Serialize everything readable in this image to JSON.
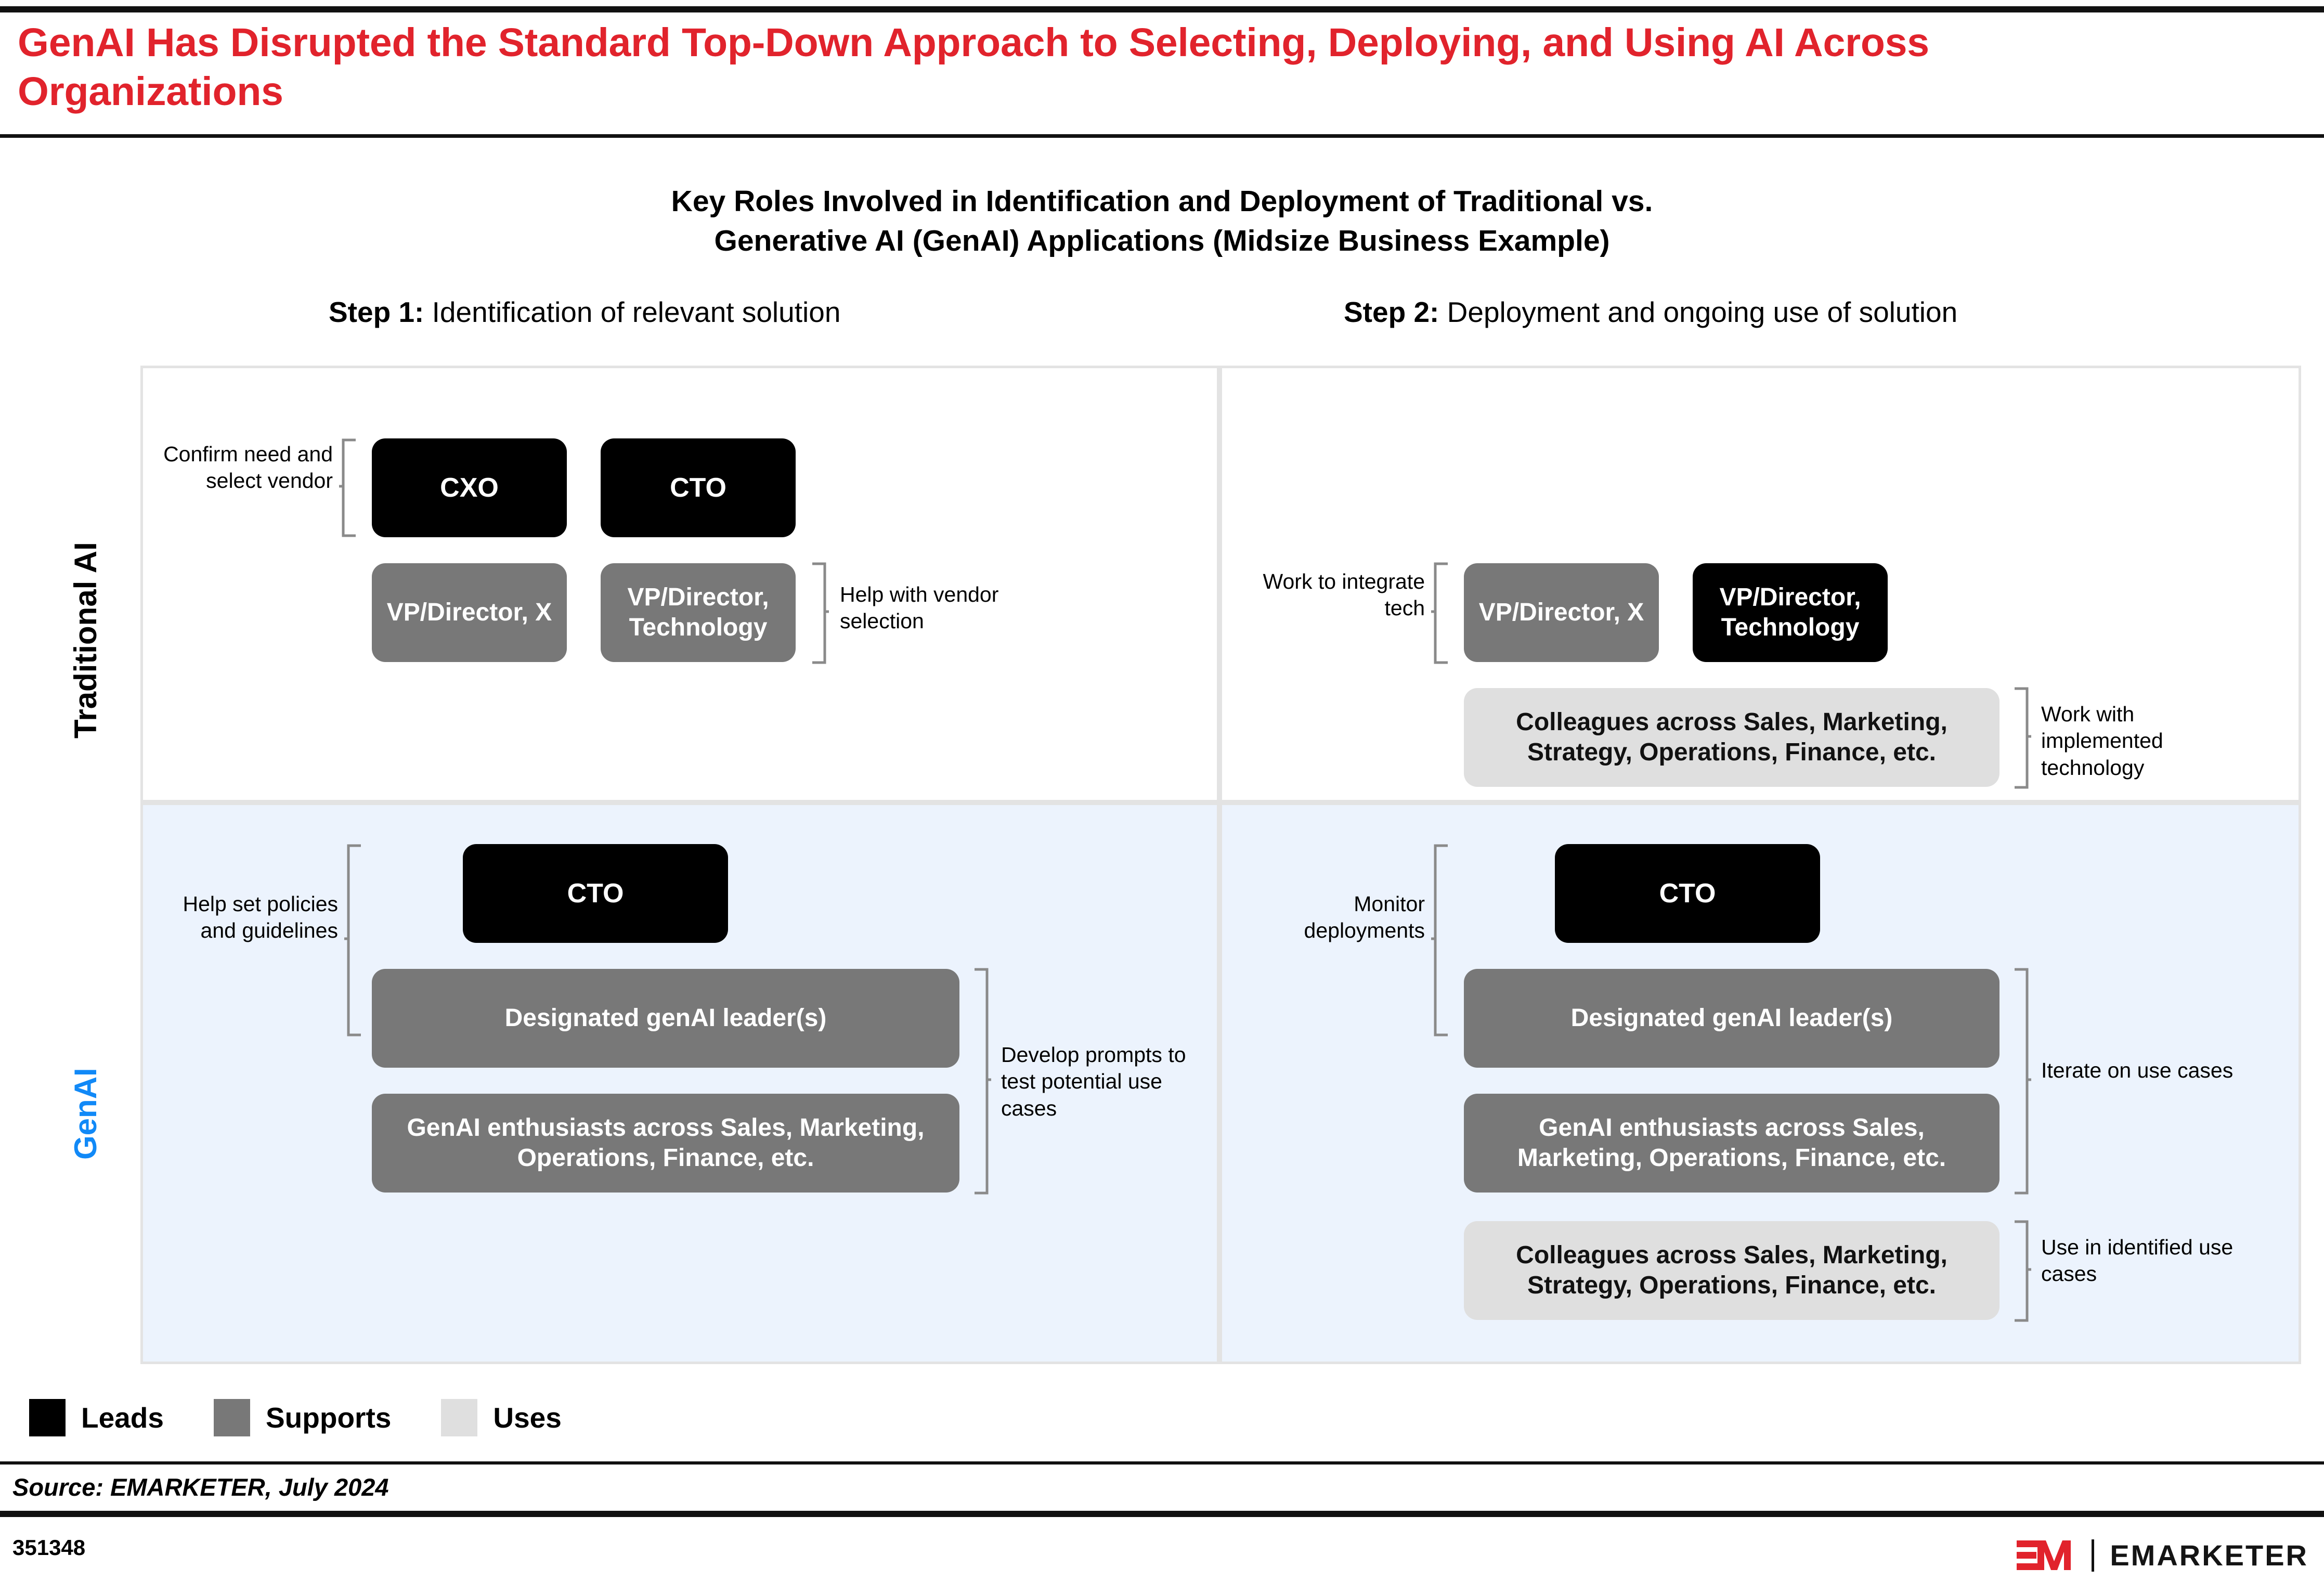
{
  "header": {
    "title": "GenAI Has Disrupted the Standard Top-Down Approach to Selecting, Deploying, and Using AI Across Organizations",
    "title_color": "#E1232C",
    "subtitle_line1": "Key Roles Involved in Identification and Deployment of Traditional vs.",
    "subtitle_line2": "Generative AI (GenAI) Applications (Midsize Business Example)"
  },
  "columns": [
    {
      "label": "Step 1:",
      "text": " Identification of relevant solution"
    },
    {
      "label": "Step 2:",
      "text": " Deployment and ongoing use of solution"
    }
  ],
  "rows": [
    {
      "label": "Traditional AI",
      "color": "#000000"
    },
    {
      "label": "GenAI",
      "color": "#1189F7"
    }
  ],
  "quadrants": {
    "traditional_step1": {
      "notes": [
        {
          "name": "confirm-need-and-select-vendor",
          "text": "Confirm need and select vendor"
        },
        {
          "name": "help-with-vendor-selection",
          "text": "Help with vendor selection"
        }
      ],
      "boxes": [
        {
          "name": "cxo",
          "label": "CXO",
          "role": "Leads"
        },
        {
          "name": "cto",
          "label": "CTO",
          "role": "Leads"
        },
        {
          "name": "vp-director-x",
          "label": "VP/Director, X",
          "role": "Supports"
        },
        {
          "name": "vp-director-technology",
          "label": "VP/Director, Technology",
          "role": "Supports"
        }
      ]
    },
    "traditional_step2": {
      "notes": [
        {
          "name": "work-to-integrate-tech",
          "text": "Work to integrate tech"
        },
        {
          "name": "work-with-implemented-technology",
          "text": "Work with implemented technology"
        }
      ],
      "boxes": [
        {
          "name": "vp-director-x",
          "label": "VP/Director, X",
          "role": "Supports"
        },
        {
          "name": "vp-director-technology",
          "label": "VP/Director, Technology",
          "role": "Leads"
        },
        {
          "name": "colleagues-across-functions",
          "label": "Colleagues across Sales, Marketing, Strategy, Operations, Finance, etc.",
          "role": "Uses"
        }
      ]
    },
    "genai_step1": {
      "notes": [
        {
          "name": "help-set-policies-and-guidelines",
          "text": "Help set policies and guidelines"
        },
        {
          "name": "develop-prompts-to-test-potential-use-cases",
          "text": "Develop prompts to test potential use cases"
        }
      ],
      "boxes": [
        {
          "name": "cto",
          "label": "CTO",
          "role": "Leads"
        },
        {
          "name": "designated-genai-leaders",
          "label": "Designated genAI leader(s)",
          "role": "Supports"
        },
        {
          "name": "genai-enthusiasts",
          "label": "GenAI enthusiasts across Sales, Marketing, Operations, Finance, etc.",
          "role": "Supports"
        }
      ]
    },
    "genai_step2": {
      "notes": [
        {
          "name": "monitor-deployments",
          "text": "Monitor deployments"
        },
        {
          "name": "iterate-on-use-cases",
          "text": "Iterate on use cases"
        },
        {
          "name": "use-in-identified-use-cases",
          "text": "Use in identified use cases"
        }
      ],
      "boxes": [
        {
          "name": "cto",
          "label": "CTO",
          "role": "Leads"
        },
        {
          "name": "designated-genai-leaders",
          "label": "Designated genAI leader(s)",
          "role": "Supports"
        },
        {
          "name": "genai-enthusiasts",
          "label": "GenAI enthusiasts across Sales, Marketing, Operations, Finance, etc.",
          "role": "Supports"
        },
        {
          "name": "colleagues-across-functions",
          "label": "Colleagues across Sales, Marketing, Strategy, Operations, Finance, etc.",
          "role": "Uses"
        }
      ]
    }
  },
  "legend": [
    {
      "label": "Leads",
      "color": "#000000"
    },
    {
      "label": "Supports",
      "color": "#787878"
    },
    {
      "label": "Uses",
      "color": "#DFDFDF"
    }
  ],
  "footer": {
    "source": "Source: EMARKETER, July 2024",
    "id": "351348",
    "brand": "EMARKETER",
    "brand_color": "#E1232C"
  }
}
